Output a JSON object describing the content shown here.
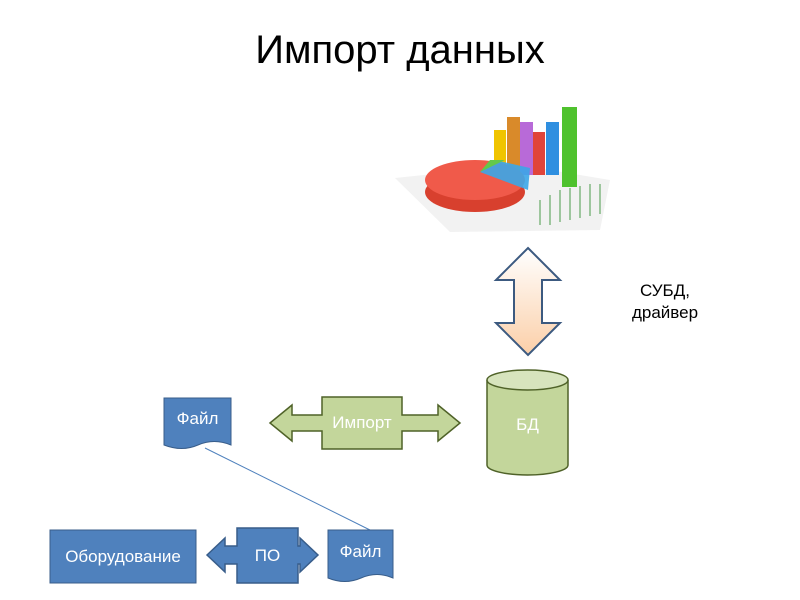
{
  "slide": {
    "title": "Импорт данных",
    "note": "СУБД, драйвер"
  },
  "diagram": {
    "file_top": "Файл",
    "import": "Импорт",
    "db": "БД",
    "equipment": "Оборудование",
    "software": "ПО",
    "file_bottom": "Файл"
  },
  "colors": {
    "blue": "#4f81bd",
    "green": "#c3d69b",
    "peach": "#fbd5b5"
  }
}
